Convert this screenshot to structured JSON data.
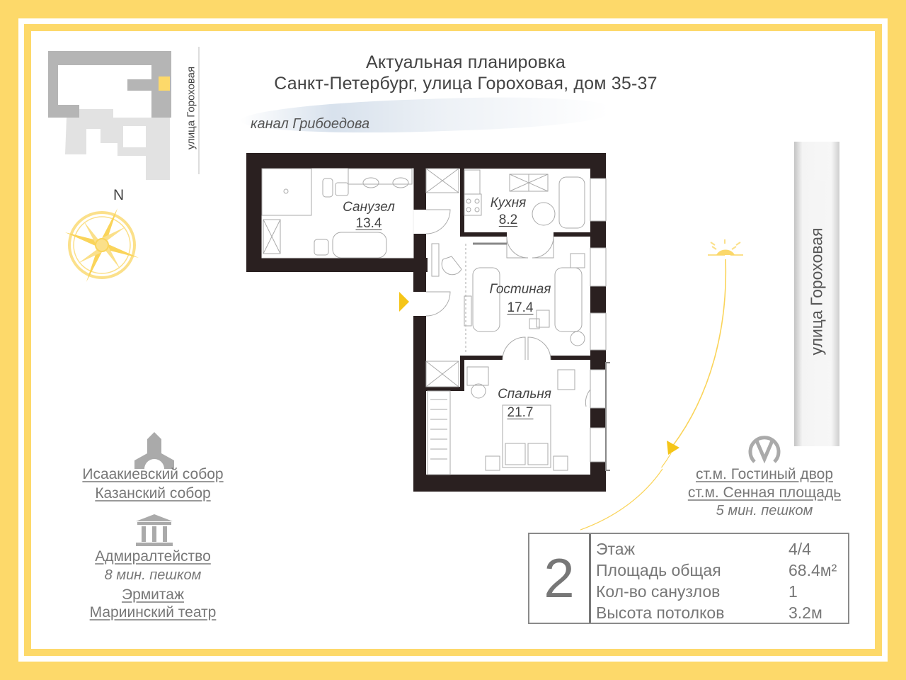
{
  "header": {
    "title": "Актуальная планировка",
    "address": "Санкт-Петербург, улица Гороховая, дом 35-37"
  },
  "map_labels": {
    "canal": "канал Грибоедова",
    "street_small": "улица Гороховая",
    "street_big": "улица Гороховая",
    "north": "N"
  },
  "rooms": [
    {
      "name": "Санузел",
      "area": "13.4"
    },
    {
      "name": "Кухня",
      "area": "8.2"
    },
    {
      "name": "Гостиная",
      "area": "17.4"
    },
    {
      "name": "Спальня",
      "area": "21.7"
    }
  ],
  "landmarks": {
    "cathedrals": [
      "Исаакиевский собор",
      "Казанский собор"
    ],
    "museums": [
      "Адмиралтейство"
    ],
    "museums_walk": "8 мин. пешком",
    "others": [
      "Эрмитаж",
      "Мариинский театр"
    ]
  },
  "metro": {
    "stations": [
      "ст.м. Гостиный двор",
      "ст.м. Сенная площадь"
    ],
    "walk": "5 мин. пешком"
  },
  "info": {
    "rooms_count": "2",
    "rows": [
      {
        "label": "Этаж",
        "value": "4/4"
      },
      {
        "label": "Площадь общая",
        "value": "68.4м²"
      },
      {
        "label": "Кол-во санузлов",
        "value": "1"
      },
      {
        "label": "Высота потолков",
        "value": "3.2м"
      }
    ]
  },
  "colors": {
    "frame": "#fdd96a",
    "wall": "#2a2020",
    "accent": "#f5c518",
    "text": "#777777"
  }
}
